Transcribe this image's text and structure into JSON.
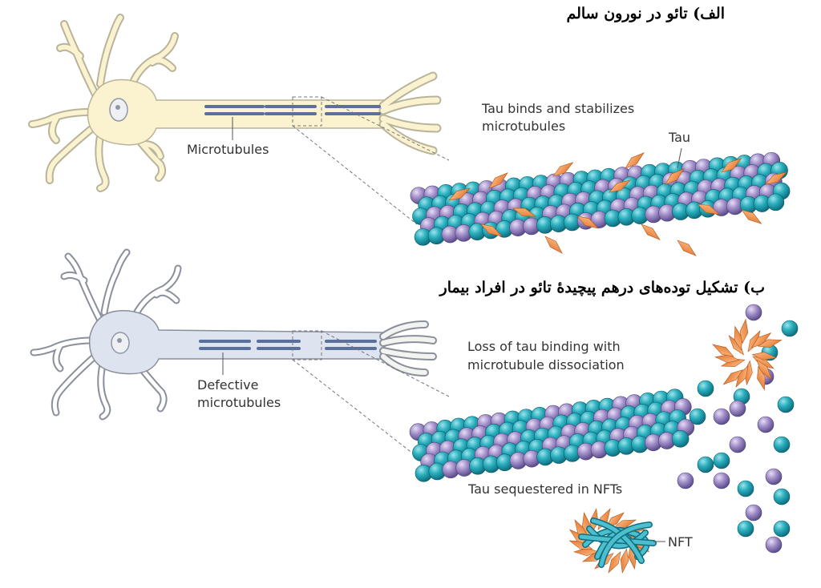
{
  "panel_a": {
    "title": "الف) تائو در نورون سالم",
    "label_microtubules": "Microtubules",
    "label_tau_binds_line1": "Tau binds and stabilizes",
    "label_tau_binds_line2": "microtubules",
    "label_tau": "Tau"
  },
  "panel_b": {
    "title": "ب) تشکیل توده‌های درهم پیچیدهٔ تائو در افراد بیمار",
    "label_defective_line1": "Defective",
    "label_defective_line2": "microtubules",
    "label_loss_line1": "Loss of tau binding with",
    "label_loss_line2": "microtubule dissociation",
    "label_sequestered": "Tau sequestered in NFTs",
    "label_nft": "NFT"
  },
  "colors": {
    "teal": "#1fa3b3",
    "purple": "#9b86c2",
    "tau_orange": "#f08a3c",
    "neuron_healthy": "#fbf3d0",
    "neuron_healthy_outline": "#b9b39a",
    "neuron_diseased": "#dde3ef",
    "neuron_diseased_outline": "#8a8f9c",
    "microtubule_stripe": "#5b6f9b"
  }
}
